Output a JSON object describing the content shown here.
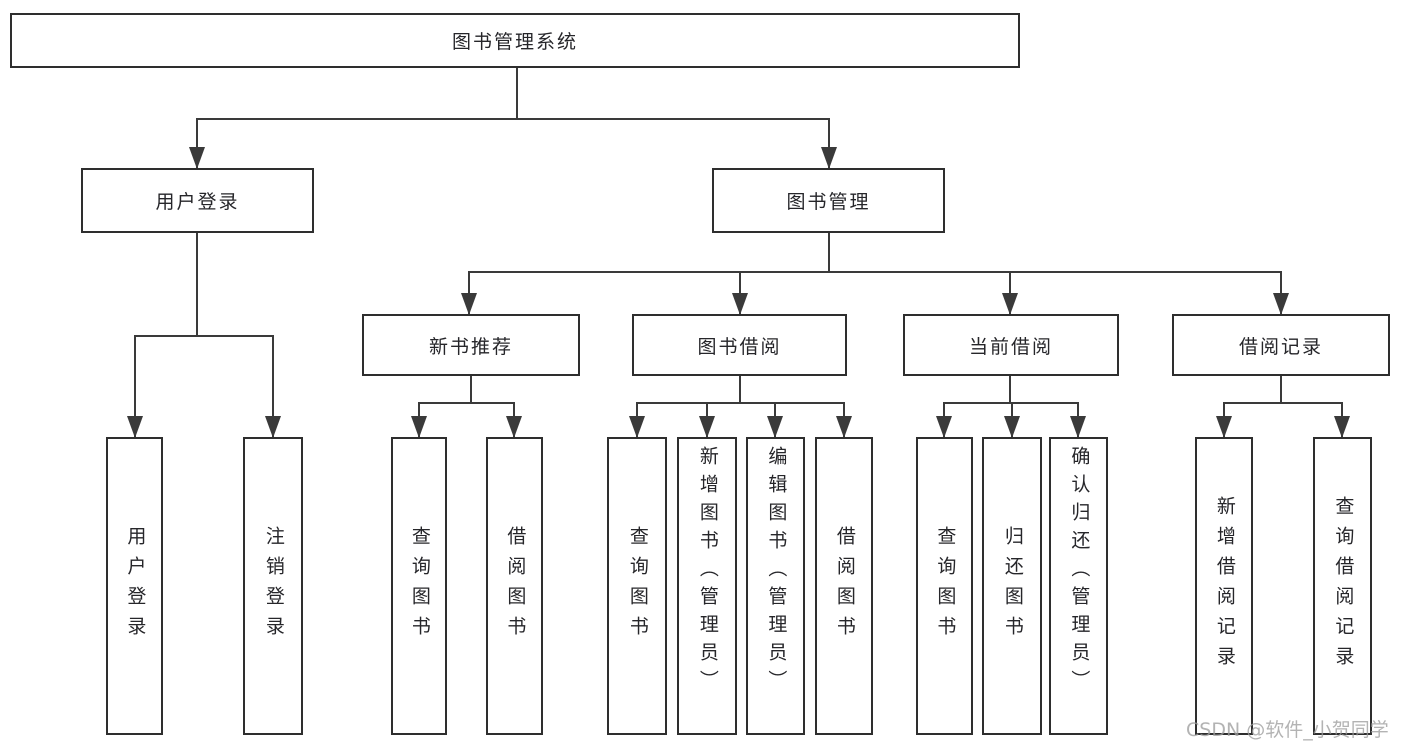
{
  "tree": {
    "root": {
      "label": "图书管理系统",
      "children": [
        {
          "label": "用户登录",
          "children": [
            {
              "label": "用户登录"
            },
            {
              "label": "注销登录"
            }
          ]
        },
        {
          "label": "图书管理",
          "children": [
            {
              "label": "新书推荐",
              "children": [
                {
                  "label": "查询图书"
                },
                {
                  "label": "借阅图书"
                }
              ]
            },
            {
              "label": "图书借阅",
              "children": [
                {
                  "label": "查询图书"
                },
                {
                  "label": "新增图书（管理员）"
                },
                {
                  "label": "编辑图书（管理员）"
                },
                {
                  "label": "借阅图书"
                }
              ]
            },
            {
              "label": "当前借阅",
              "children": [
                {
                  "label": "查询图书"
                },
                {
                  "label": "归还图书"
                },
                {
                  "label": "确认归还（管理员）"
                }
              ]
            },
            {
              "label": "借阅记录",
              "children": [
                {
                  "label": "新增借阅记录"
                },
                {
                  "label": "查询借阅记录"
                }
              ]
            }
          ]
        }
      ]
    }
  },
  "watermark": {
    "text": "CSDN @软件_小贺同学"
  },
  "colors": {
    "line": "#3a3a3a",
    "box_border": "#2e2e2e",
    "box_fill": "#ffffff",
    "text": "#26262a",
    "watermark": "#9e9e9e",
    "background": "#ffffff"
  }
}
